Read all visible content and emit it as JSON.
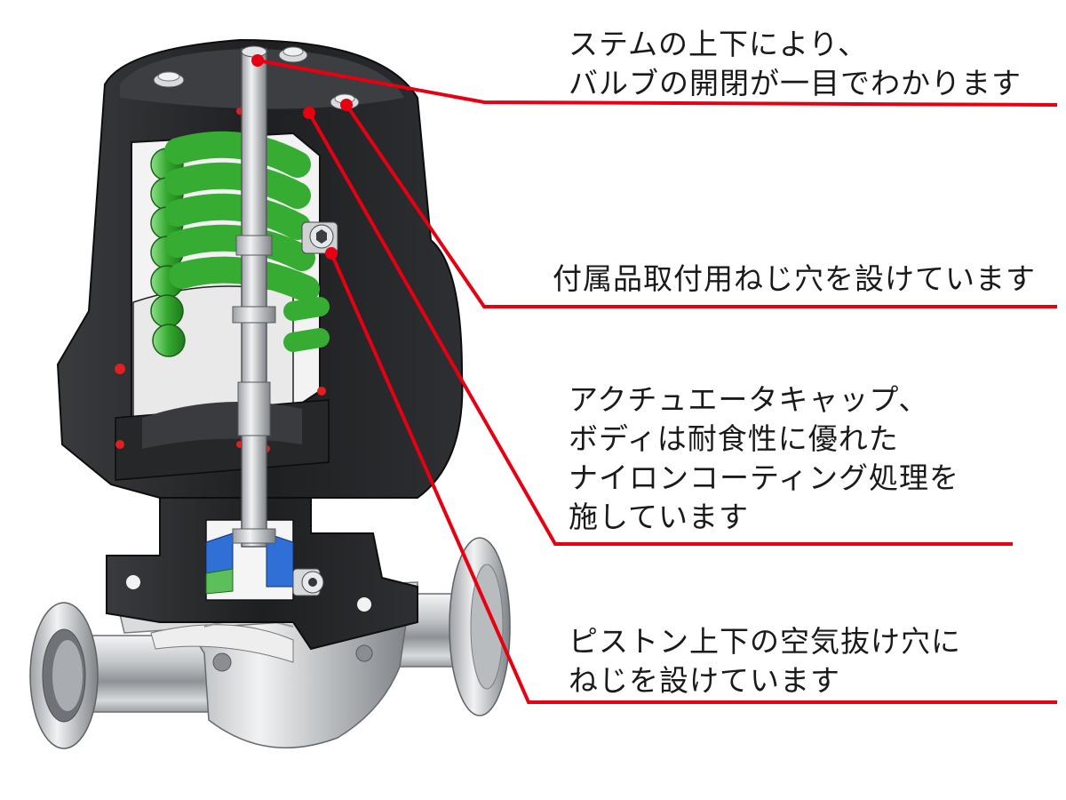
{
  "callouts": {
    "stem_indicator": {
      "lines": [
        "ステムの上下により、",
        "バルブの開閉が一目でわかります"
      ]
    },
    "accessory_hole": {
      "lines": [
        "付属品取付用ねじ穴を設けています"
      ]
    },
    "nylon_coating": {
      "lines": [
        "アクチュエータキャップ、",
        "ボディは耐食性に優れた",
        "ナイロンコーティング処理を",
        "施しています"
      ]
    },
    "vent_screw": {
      "lines": [
        "ピストン上下の空気抜け穴に",
        "ねじを設けています"
      ]
    }
  },
  "colors": {
    "leader_line": "#e60012",
    "actuator_body": "#2a2a2c",
    "spring": "#3fb33b",
    "diaphragm_part": "#2f6fd6",
    "stainless": "#c9cbcd",
    "text": "#1a1a1a"
  }
}
